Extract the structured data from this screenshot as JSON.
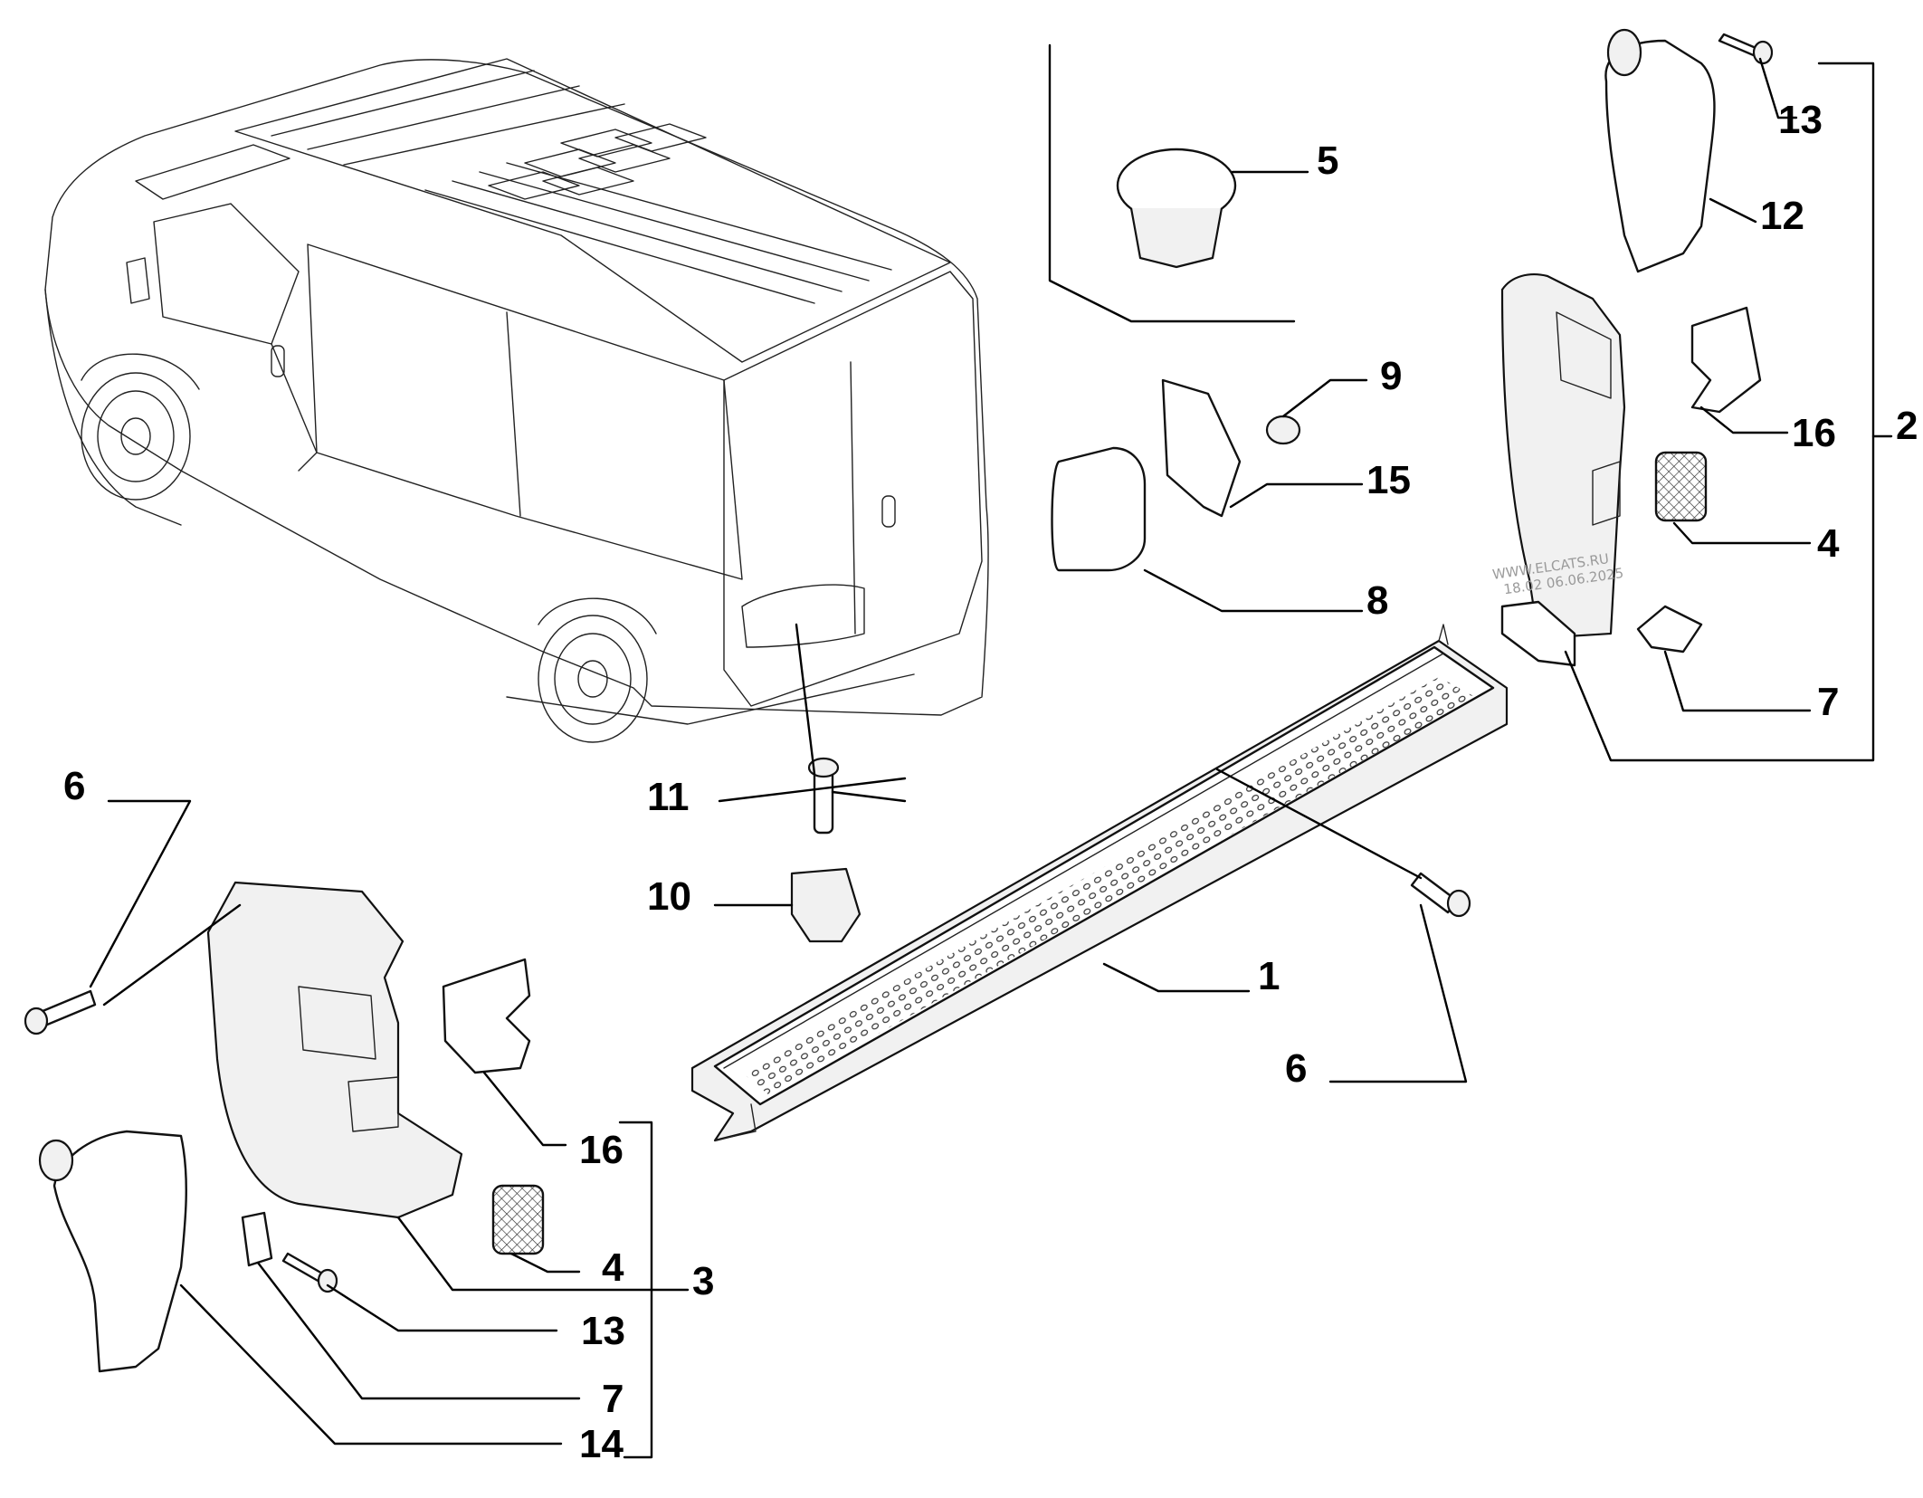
{
  "diagram": {
    "watermark_line1": "WWW.ELCATS.RU",
    "watermark_line2": "18.02 06.06.2025",
    "callouts": {
      "c1": "1",
      "c2": "2",
      "c3": "3",
      "c4a": "4",
      "c4b": "4",
      "c5": "5",
      "c6a": "6",
      "c6b": "6",
      "c7a": "7",
      "c7b": "7",
      "c8": "8",
      "c9": "9",
      "c10": "10",
      "c11": "11",
      "c12": "12",
      "c13a": "13",
      "c13b": "13",
      "c14": "14",
      "c15": "15",
      "c16a": "16",
      "c16b": "16"
    }
  }
}
